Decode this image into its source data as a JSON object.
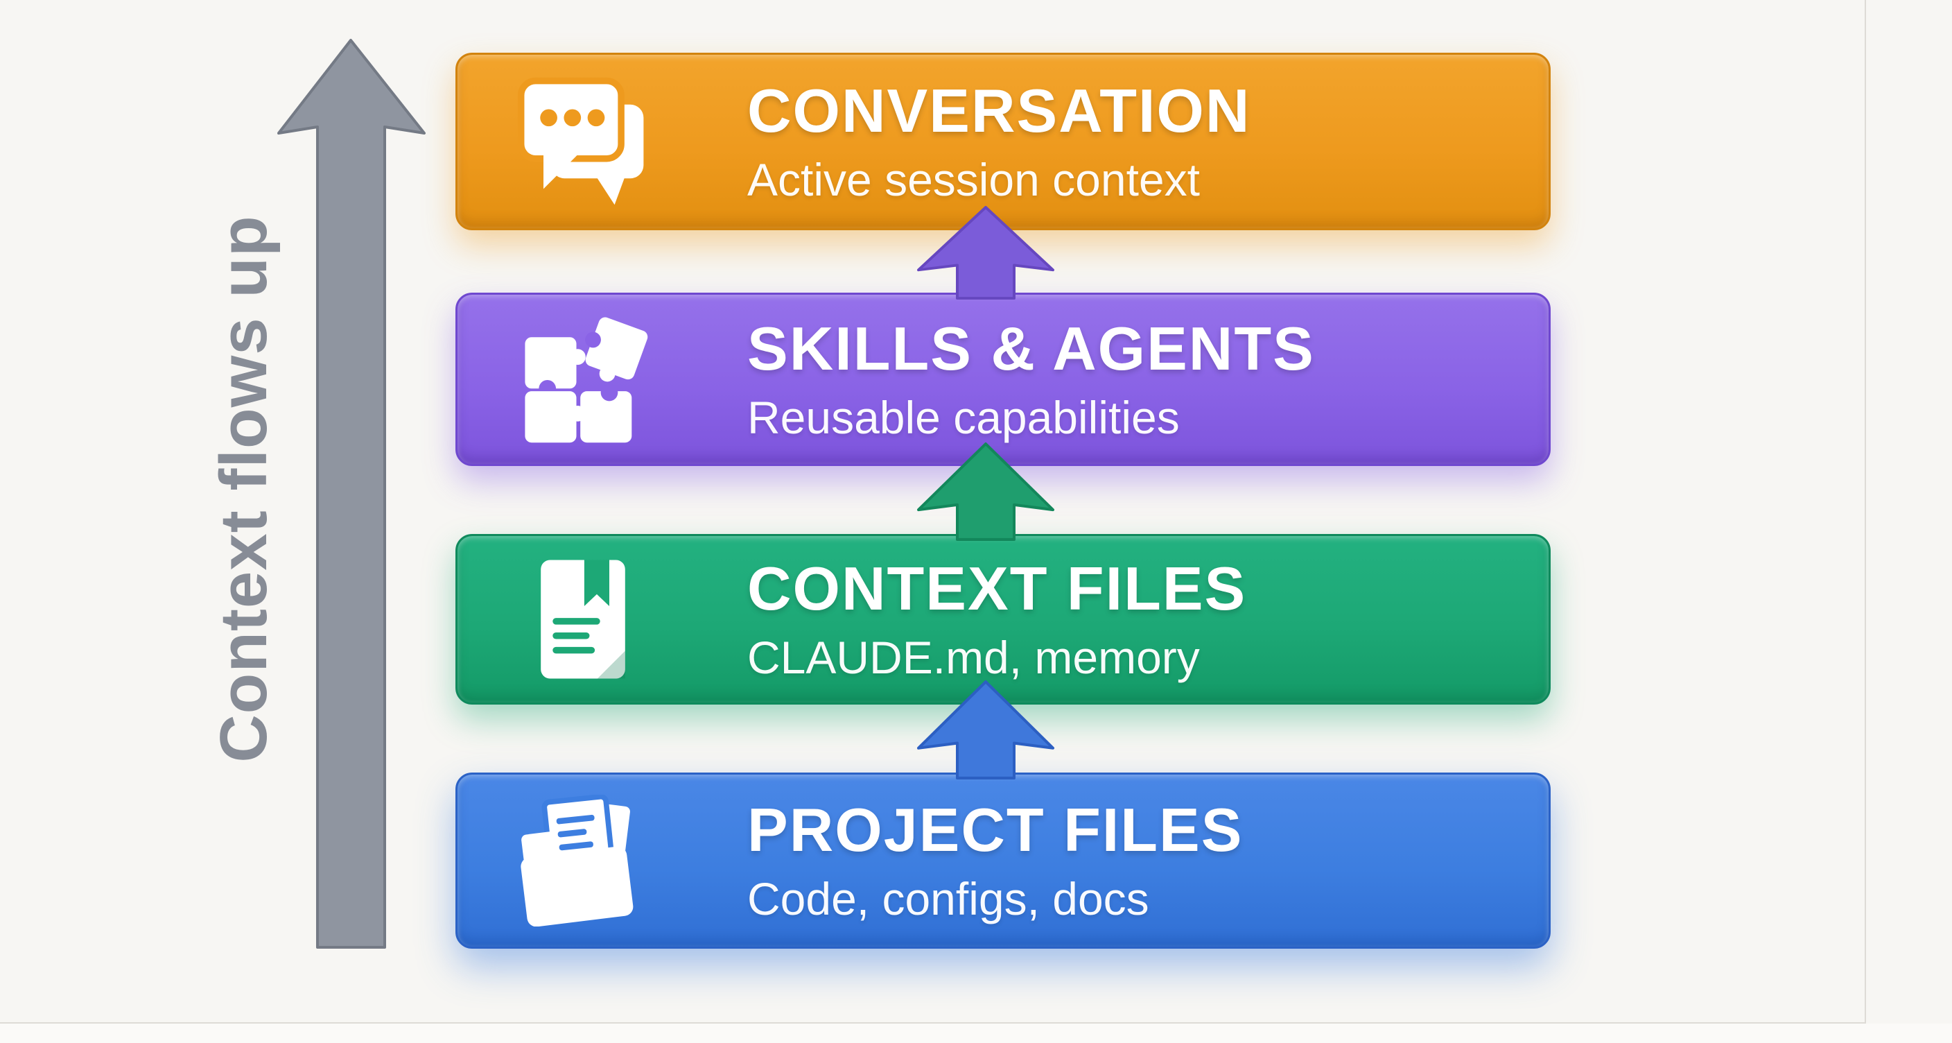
{
  "flow": {
    "label": "Context flows up"
  },
  "layers": [
    {
      "id": "conversation",
      "title": "CONVERSATION",
      "subtitle": "Active session context",
      "icon": "chat-bubbles-icon",
      "color": "#ee9a1e"
    },
    {
      "id": "skills",
      "title": "SKILLS & AGENTS",
      "subtitle": "Reusable capabilities",
      "icon": "puzzle-pieces-icon",
      "color": "#8a63e6"
    },
    {
      "id": "context",
      "title": "CONTEXT FILES",
      "subtitle": "CLAUDE.md, memory",
      "icon": "document-bookmark-icon",
      "color": "#1da876"
    },
    {
      "id": "project",
      "title": "PROJECT FILES",
      "subtitle": "Code, configs, docs",
      "icon": "folder-files-icon",
      "color": "#3d7ee0"
    }
  ],
  "connectors": [
    {
      "from": "skills",
      "to": "conversation",
      "color": "#7b5cd9"
    },
    {
      "from": "context",
      "to": "skills",
      "color": "#1f9e6e"
    },
    {
      "from": "project",
      "to": "context",
      "color": "#3f78db"
    }
  ],
  "canvas": {
    "background": "#f7f6f3",
    "flow_arrow_color": "#8f95a0",
    "flow_arrow_outline": "#747a85",
    "flow_label_color": "#878c96",
    "frame_line_color": "#dedbd6"
  }
}
